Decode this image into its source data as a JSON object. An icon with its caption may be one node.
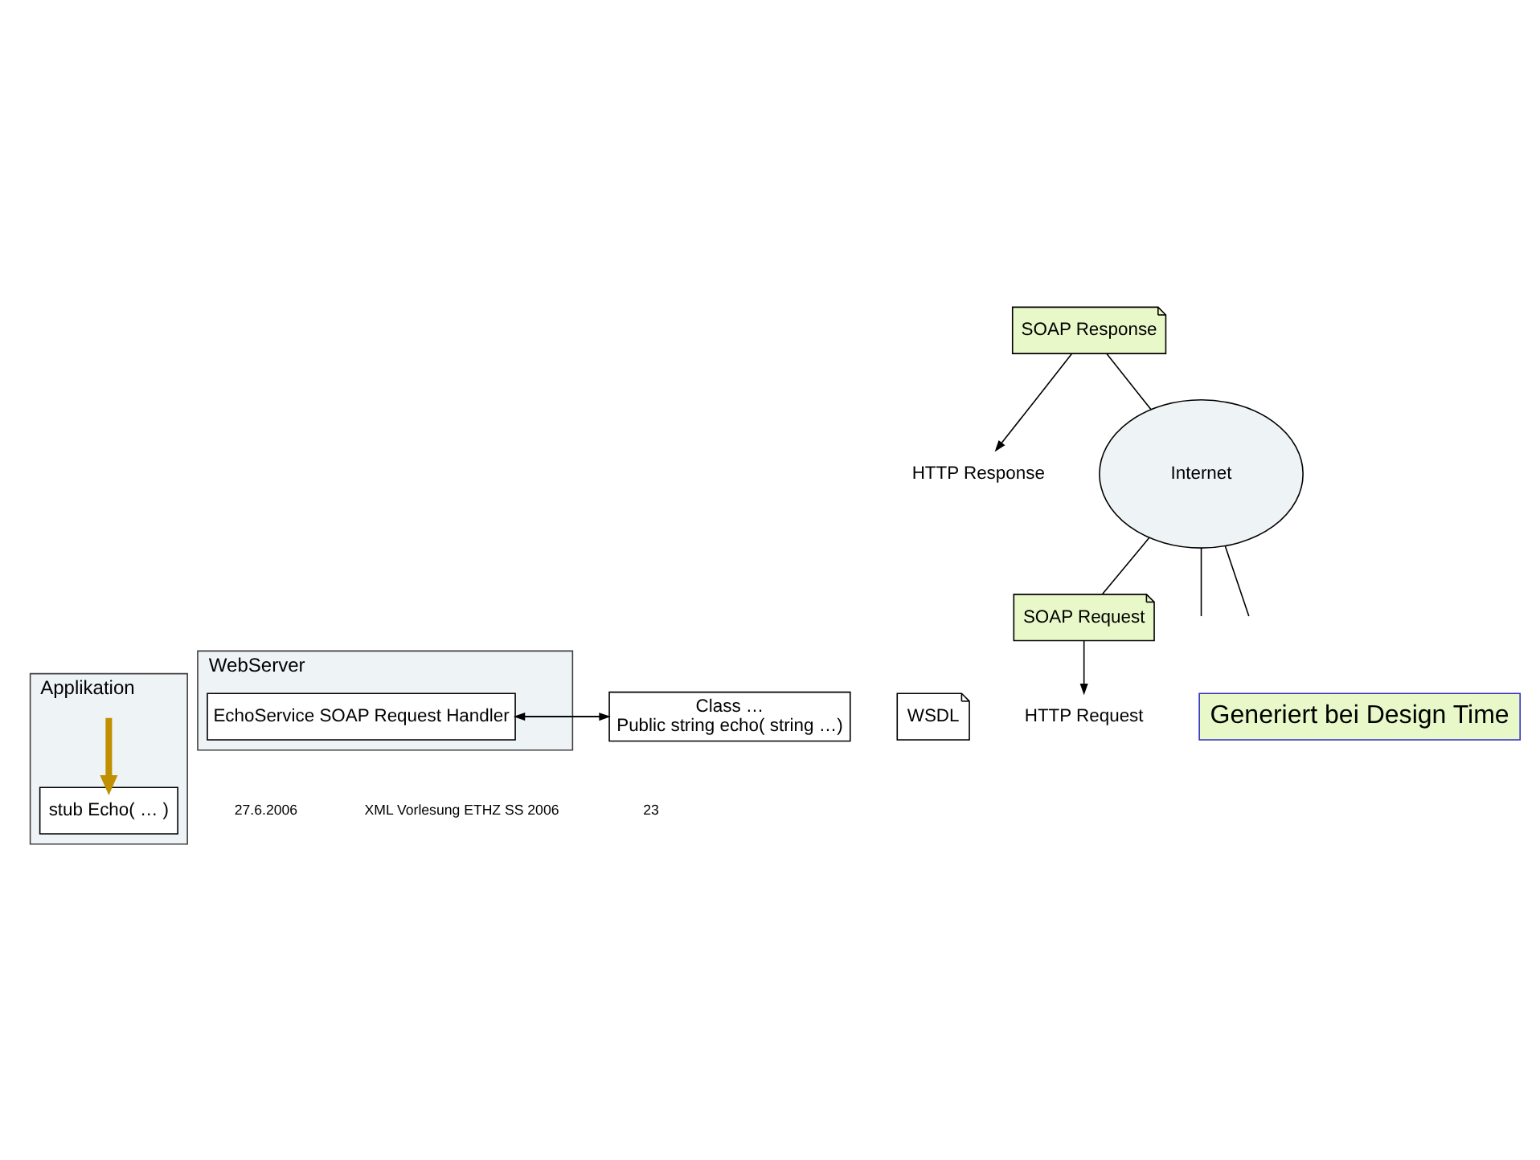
{
  "diagram": {
    "nodes": [
      {
        "text": [
          "Applikation"
        ]
      },
      {
        "text": [
          "stub Echo( … )"
        ],
        "in": 0
      },
      {
        "text": [
          "WebServer"
        ]
      },
      {
        "text": [
          "EchoService SOAP Request Handler"
        ],
        "in": 2
      },
      {
        "text": [
          "Class …",
          "Public string echo( string …)"
        ]
      },
      {
        "text": [
          "WSDL"
        ]
      },
      {
        "text": [
          "HTTP Response"
        ]
      },
      {
        "text": [
          "SOAP Response"
        ]
      },
      {
        "text": [
          "Internet"
        ]
      },
      {
        "text": [
          "SOAP Request"
        ]
      },
      {
        "text": [
          "HTTP Request"
        ]
      },
      {
        "text": [
          "Generiert bei Design Time"
        ]
      }
    ],
    "edges": [
      {
        "from": 0,
        "to": 1,
        "arrow": "to",
        "style": "thick",
        "color": "#c09000"
      },
      {
        "from": 3,
        "to": 4,
        "arrow": "to"
      },
      {
        "from": 4,
        "to": 3,
        "arrow": "to"
      },
      {
        "from": 7,
        "to": 6,
        "arrow": "to"
      },
      {
        "from": 9,
        "to": 10,
        "arrow": "to"
      },
      {
        "from": 8,
        "to": null,
        "arrow": "none"
      },
      {
        "from": 8,
        "to": 9,
        "arrow": "none"
      },
      {
        "from": 7,
        "to": 8,
        "arrow": "none"
      },
      {
        "from": 8,
        "to": null,
        "arrow": "none"
      }
    ],
    "labels": [
      "27.6.2006",
      "XML Vorlesung ETHZ SS 2006",
      "23"
    ]
  }
}
